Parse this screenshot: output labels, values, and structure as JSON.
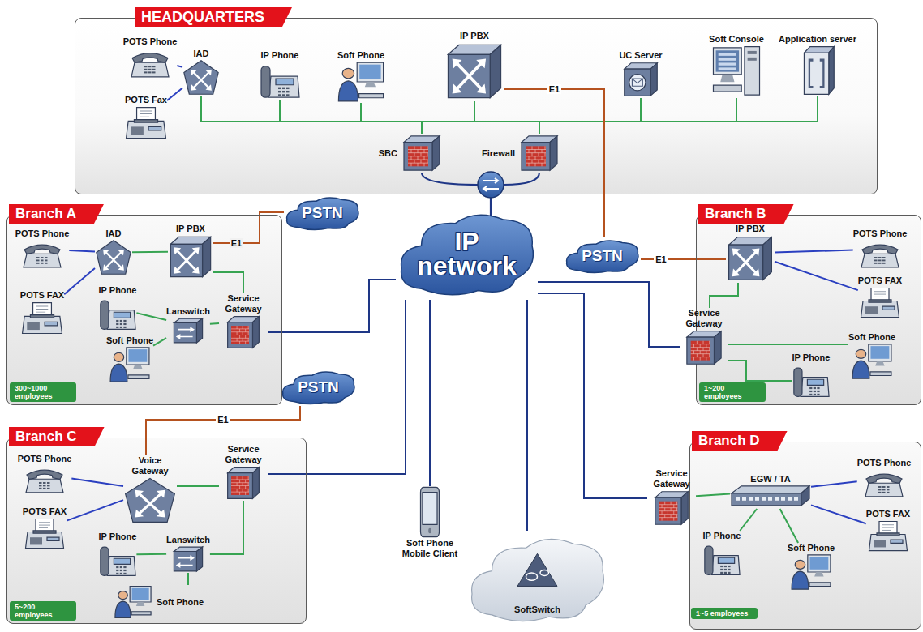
{
  "diagram": {
    "nodes": [
      {
        "text": [
          "HEADQUARTERS"
        ]
      },
      {
        "text": [
          "POTS Phone"
        ],
        "in": 0
      },
      {
        "text": [
          "POTS Fax"
        ],
        "in": 0
      },
      {
        "text": [
          "IAD"
        ],
        "in": 0
      },
      {
        "text": [
          "IP Phone"
        ],
        "in": 0
      },
      {
        "text": [
          "Soft Phone"
        ],
        "in": 0
      },
      {
        "text": [
          "IP PBX"
        ],
        "in": 0
      },
      {
        "text": [
          "UC Server"
        ],
        "in": 0
      },
      {
        "text": [
          "Soft Console"
        ],
        "in": 0
      },
      {
        "text": [
          "Application server"
        ],
        "in": 0
      },
      {
        "text": [
          "SBC"
        ],
        "in": 0
      },
      {
        "text": [
          "Firewall"
        ],
        "in": 0
      },
      {
        "text": [
          "Branch A"
        ]
      },
      {
        "text": [
          "POTS Phone"
        ],
        "in": 12
      },
      {
        "text": [
          "IAD"
        ],
        "in": 12
      },
      {
        "text": [
          "IP PBX"
        ],
        "in": 12
      },
      {
        "text": [
          "POTS FAX"
        ],
        "in": 12
      },
      {
        "text": [
          "IP Phone"
        ],
        "in": 12
      },
      {
        "text": [
          "Lanswitch"
        ],
        "in": 12
      },
      {
        "text": [
          "Soft Phone"
        ],
        "in": 12
      },
      {
        "text": [
          "Service Gateway"
        ],
        "in": 12
      },
      {
        "text": [
          "300~1000 employees"
        ],
        "in": 12
      },
      {
        "text": [
          "PSTN"
        ]
      },
      {
        "text": [
          "IP network"
        ]
      },
      {
        "text": [
          "PSTN"
        ]
      },
      {
        "text": [
          "Branch B"
        ]
      },
      {
        "text": [
          "IP PBX"
        ],
        "in": 25
      },
      {
        "text": [
          "POTS Phone"
        ],
        "in": 25
      },
      {
        "text": [
          "POTS FAX"
        ],
        "in": 25
      },
      {
        "text": [
          "Service Gateway"
        ],
        "in": 25
      },
      {
        "text": [
          "Soft Phone"
        ],
        "in": 25
      },
      {
        "text": [
          "IP Phone"
        ],
        "in": 25
      },
      {
        "text": [
          "1~200 employees"
        ],
        "in": 25
      },
      {
        "text": [
          "PSTN"
        ]
      },
      {
        "text": [
          "Branch C"
        ]
      },
      {
        "text": [
          "POTS Phone"
        ],
        "in": 34
      },
      {
        "text": [
          "Voice Gateway"
        ],
        "in": 34
      },
      {
        "text": [
          "Service Gateway"
        ],
        "in": 34
      },
      {
        "text": [
          "POTS FAX"
        ],
        "in": 34
      },
      {
        "text": [
          "IP Phone"
        ],
        "in": 34
      },
      {
        "text": [
          "Lanswitch"
        ],
        "in": 34
      },
      {
        "text": [
          "Soft Phone"
        ],
        "in": 34
      },
      {
        "text": [
          "5~200 employees"
        ],
        "in": 34
      },
      {
        "text": [
          "Soft Phone Mobile Client"
        ]
      },
      {
        "text": [
          "SoftSwitch"
        ]
      },
      {
        "text": [
          "Branch D"
        ]
      },
      {
        "text": [
          "Service Gateway"
        ],
        "in": 45
      },
      {
        "text": [
          "EGW / TA"
        ],
        "in": 45
      },
      {
        "text": [
          "POTS Phone"
        ],
        "in": 45
      },
      {
        "text": [
          "POTS FAX"
        ],
        "in": 45
      },
      {
        "text": [
          "IP Phone"
        ],
        "in": 45
      },
      {
        "text": [
          "Soft Phone"
        ],
        "in": 45
      },
      {
        "text": [
          "1~5 employees"
        ],
        "in": 45
      }
    ],
    "edges": [
      {
        "from": 1,
        "to": 3,
        "arrow": "none"
      },
      {
        "from": 2,
        "to": 3,
        "arrow": "none"
      },
      {
        "from": 6,
        "to": 24,
        "label": "E1",
        "arrow": "none"
      },
      {
        "from": 13,
        "to": 14,
        "arrow": "none"
      },
      {
        "from": 16,
        "to": 14,
        "arrow": "none"
      },
      {
        "from": 14,
        "to": 15,
        "arrow": "none"
      },
      {
        "from": 15,
        "to": 22,
        "label": "E1",
        "arrow": "none"
      },
      {
        "from": 15,
        "to": 20,
        "arrow": "none"
      },
      {
        "from": 17,
        "to": 18,
        "arrow": "none"
      },
      {
        "from": 19,
        "to": 18,
        "arrow": "none"
      },
      {
        "from": 18,
        "to": 20,
        "arrow": "none"
      },
      {
        "from": 20,
        "to": 23,
        "arrow": "none"
      },
      {
        "from": 24,
        "to": 26,
        "label": "E1",
        "arrow": "none"
      },
      {
        "from": 26,
        "to": 27,
        "arrow": "none"
      },
      {
        "from": 26,
        "to": 28,
        "arrow": "none"
      },
      {
        "from": 26,
        "to": 29,
        "arrow": "none"
      },
      {
        "from": 29,
        "to": 30,
        "arrow": "none"
      },
      {
        "from": 29,
        "to": 31,
        "arrow": "none"
      },
      {
        "from": 29,
        "to": 23,
        "arrow": "none"
      },
      {
        "from": 33,
        "to": 36,
        "label": "E1",
        "arrow": "none"
      },
      {
        "from": 35,
        "to": 36,
        "arrow": "none"
      },
      {
        "from": 38,
        "to": 36,
        "arrow": "none"
      },
      {
        "from": 36,
        "to": 37,
        "arrow": "none"
      },
      {
        "from": 39,
        "to": 40,
        "arrow": "none"
      },
      {
        "from": 41,
        "to": 40,
        "arrow": "none"
      },
      {
        "from": 40,
        "to": 37,
        "arrow": "none"
      },
      {
        "from": 37,
        "to": 23,
        "arrow": "none"
      },
      {
        "from": 46,
        "to": 23,
        "arrow": "none"
      },
      {
        "from": 46,
        "to": 47,
        "arrow": "none"
      },
      {
        "from": 47,
        "to": 48,
        "arrow": "none"
      },
      {
        "from": 47,
        "to": 49,
        "arrow": "none"
      },
      {
        "from": 47,
        "to": 50,
        "arrow": "none"
      },
      {
        "from": 47,
        "to": 51,
        "arrow": "none"
      },
      {
        "from": 43,
        "to": 23,
        "arrow": "none"
      },
      {
        "from": 44,
        "to": 23,
        "arrow": "none"
      }
    ]
  }
}
